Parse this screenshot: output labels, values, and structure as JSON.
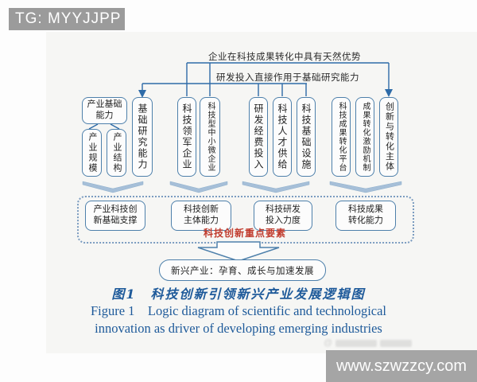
{
  "watermarks": {
    "tg_badge": "TG: MYYJJPP",
    "site": "www.szwzzcy.com"
  },
  "colors": {
    "connector_line": "#2e6ba8",
    "box_border": "#4e80ab",
    "chevron_fill": "#a6bfd8",
    "red_label": "#c0392b",
    "caption_blue": "#1e5a9a",
    "badge_bg": "#9b9b9b",
    "sitebar_bg": "#a5a5a5"
  },
  "diagram": {
    "connector_labels": [
      "企业在科技成果转化中具有天然优势",
      "研发投入直接作用于基础研究能力"
    ],
    "industry_group": {
      "parent_l1": "产业基础",
      "parent_l2": "能力",
      "children": [
        "产业规模",
        "产业结构"
      ]
    },
    "vertical_boxes": [
      "基础研究能力",
      "科技领军企业",
      "科技型中小微企业",
      "研发经费投入",
      "科技人才供给",
      "科技基础设施",
      "科技成果转化平台",
      "成果转化激励机制",
      "创新与转化主体"
    ],
    "dashed_group": {
      "boxes": [
        {
          "l1": "产业科技创",
          "l2": "新基础支撑"
        },
        {
          "l1": "科技创新",
          "l2": "主体能力"
        },
        {
          "l1": "科技研发",
          "l2": "投入力度"
        },
        {
          "l1": "科技成果",
          "l2": "转化能力"
        }
      ],
      "red_label": "科技创新重点要素"
    },
    "outcome_box": "新兴产业：孕育、成长与加速发展",
    "caption_zh": "图1　科技创新引领新兴产业发展逻辑图",
    "caption_en_1": "Figure 1    Logic diagram of scientific and technological",
    "caption_en_2": "innovation as driver of developing emerging industries"
  }
}
